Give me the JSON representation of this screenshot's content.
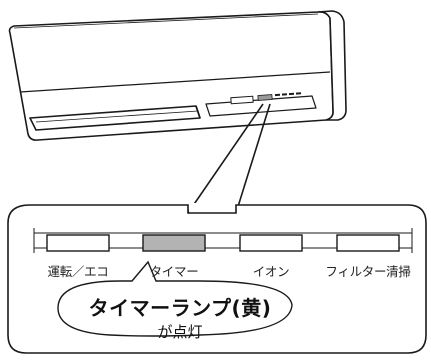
{
  "panel": {
    "buttons": [
      {
        "label": "運転／エコ",
        "lit": false
      },
      {
        "label": "タイマー",
        "lit": true
      },
      {
        "label": "イオン",
        "lit": false
      },
      {
        "label": "フィルター清掃",
        "lit": false
      }
    ]
  },
  "callout": {
    "title": "タイマーランプ(黄)",
    "subtitle": "が点灯"
  },
  "colors": {
    "lit_lamp": "#b3b3b3",
    "unlit_lamp": "#ffffff",
    "outline": "#1a1a1a"
  }
}
